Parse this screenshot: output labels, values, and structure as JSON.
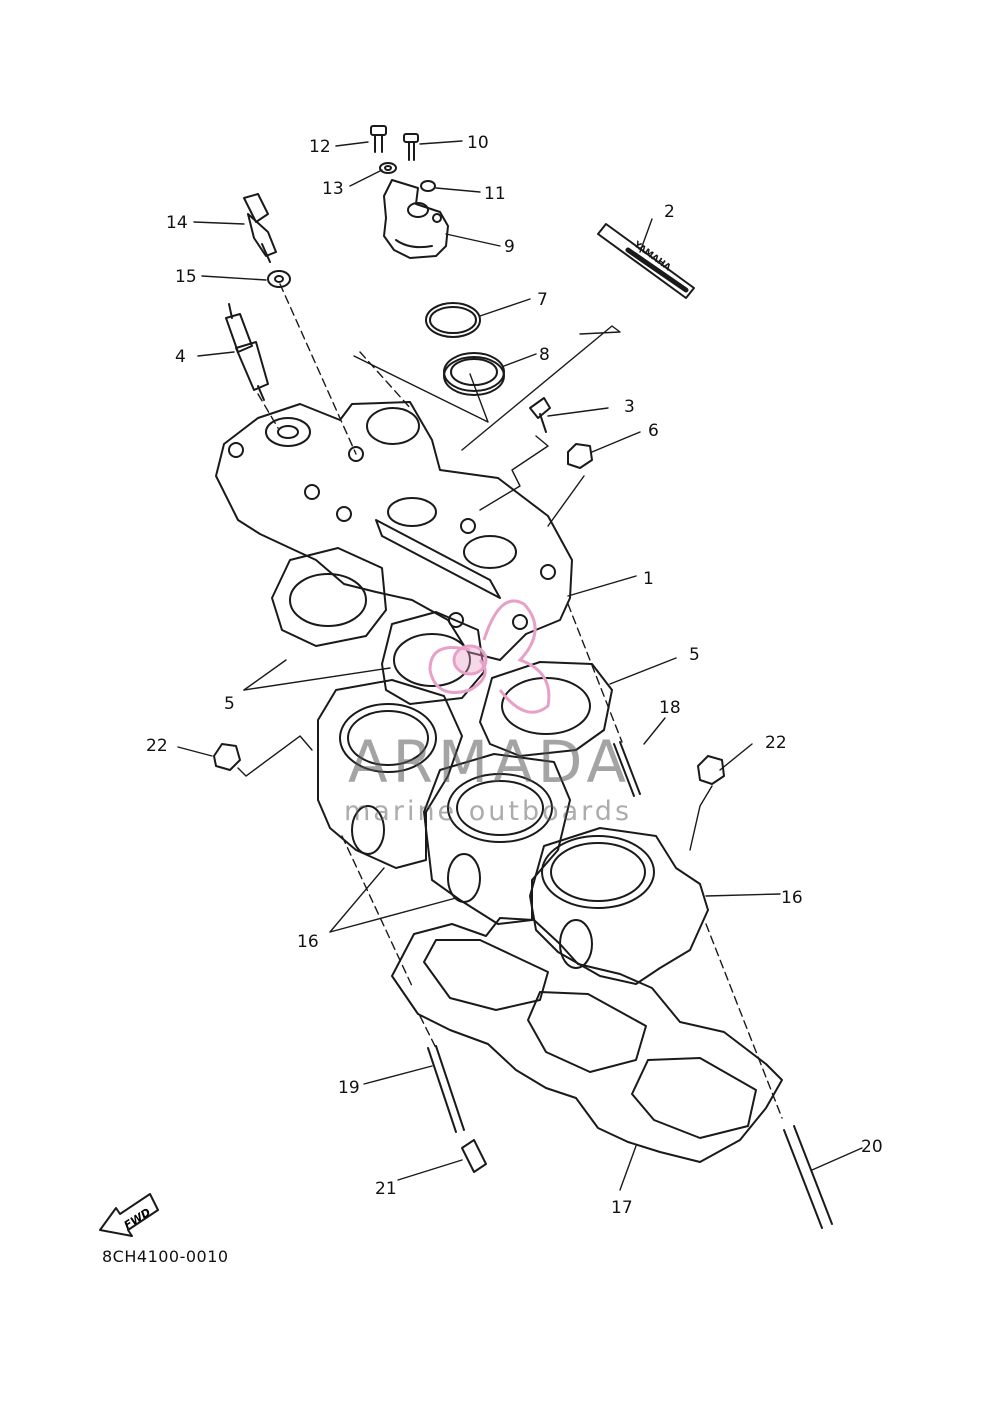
{
  "diagram": {
    "drawing_code": "8CH4100-0010",
    "fwd_label": "FWD",
    "decal_text": "YAMAHA",
    "watermark": {
      "name": "ARMADA",
      "tagline": "marine outboards",
      "color": "#e8a0c8"
    },
    "callouts": {
      "c1": "1",
      "c2": "2",
      "c3": "3",
      "c4": "4",
      "c5a": "5",
      "c5b": "5",
      "c6": "6",
      "c7": "7",
      "c8": "8",
      "c9": "9",
      "c10": "10",
      "c11": "11",
      "c12": "12",
      "c13": "13",
      "c14": "14",
      "c15": "15",
      "c16a": "16",
      "c16b": "16",
      "c17": "17",
      "c18": "18",
      "c19": "19",
      "c20": "20",
      "c21": "21",
      "c22a": "22",
      "c22b": "22"
    }
  }
}
